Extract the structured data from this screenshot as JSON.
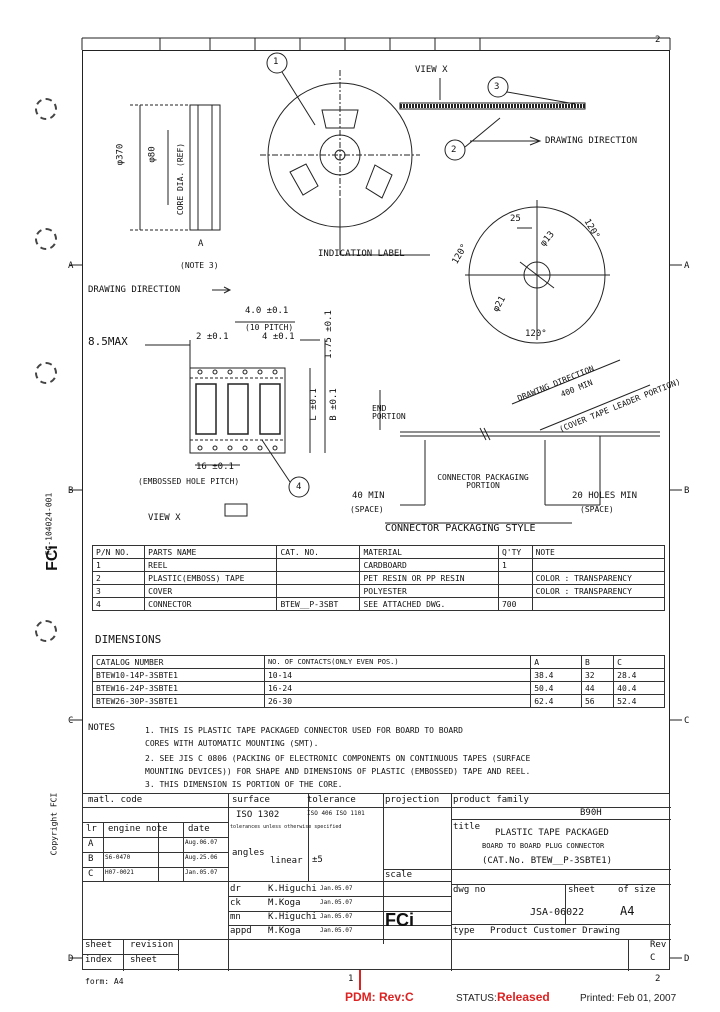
{
  "border_marks": {
    "cols_top": [
      "2"
    ],
    "rows": [
      "A",
      "B",
      "C",
      "D"
    ],
    "col_bottom": [
      "1",
      "2"
    ]
  },
  "reel": {
    "view_x": "VIEW X",
    "drawing_direction": "DRAWING DIRECTION",
    "indication_label": "INDICATION LABEL",
    "balloons": [
      "1",
      "2",
      "3"
    ],
    "side_dims": [
      "φ370",
      "φ80",
      "CORE DIA. (REF)"
    ],
    "side_note": "A",
    "side_note2": "(NOTE 3)",
    "hub_dims": [
      "25",
      "φ13",
      "120°",
      "120°",
      "120°",
      "φ21"
    ]
  },
  "tape": {
    "drawing_direction": "DRAWING DIRECTION",
    "pitch": "4.0 ±0.1",
    "pitch_note": "(10 PITCH)",
    "max": "8.5MAX",
    "d2": "2 ±0.1",
    "d4": "4 ±0.1",
    "d175": "1.75 ±0.1",
    "dL": "L ±0.1",
    "dB": "B ±0.1",
    "d16": "16 ±0.1",
    "hole_pitch": "(EMBOSSED HOLE PITCH)",
    "balloon": "4",
    "view_x": "VIEW X"
  },
  "leader": {
    "drawing_direction": "DRAWING DIRECTION",
    "min400": "400 MIN",
    "cover_tape": "(COVER TAPE LEADER PORTION)",
    "end_portion": "END PORTION",
    "connector_portion": "CONNECTOR PACKAGING PORTION",
    "min40": "40 MIN",
    "space1": "(SPACE)",
    "holes20": "20 HOLES MIN",
    "space2": "(SPACE)",
    "title": "CONNECTOR PACKAGING STYLE"
  },
  "bom": {
    "headers": [
      "P/N NO.",
      "PARTS NAME",
      "CAT. NO.",
      "MATERIAL",
      "Q'TY",
      "NOTE"
    ],
    "rows": [
      [
        "1",
        "REEL",
        "",
        "CARDBOARD",
        "1",
        ""
      ],
      [
        "2",
        "PLASTIC(EMBOSS) TAPE",
        "",
        "PET RESIN OR PP RESIN",
        "",
        "COLOR : TRANSPARENCY"
      ],
      [
        "3",
        "COVER",
        "",
        "POLYESTER",
        "",
        "COLOR : TRANSPARENCY"
      ],
      [
        "4",
        "CONNECTOR",
        "BTEW__P-3SBT",
        "SEE ATTACHED DWG.",
        "700",
        ""
      ]
    ]
  },
  "dimensions": {
    "title": "DIMENSIONS",
    "headers": [
      "CATALOG NUMBER",
      "NO. OF CONTACTS(ONLY EVEN POS.)",
      "A",
      "B",
      "C"
    ],
    "rows": [
      [
        "BTEW10-14P-3SBTE1",
        "10-14",
        "38.4",
        "32",
        "28.4"
      ],
      [
        "BTEW16-24P-3SBTE1",
        "16-24",
        "50.4",
        "44",
        "40.4"
      ],
      [
        "BTEW26-30P-3SBTE1",
        "26-30",
        "62.4",
        "56",
        "52.4"
      ]
    ]
  },
  "notes": {
    "label": "NOTES",
    "lines": [
      "1. THIS IS PLASTIC TAPE PACKAGED CONNECTOR USED FOR BOARD TO BOARD",
      "   CORES WITH AUTOMATIC MOUNTING (SMT).",
      "2. SEE JIS C 0806 (PACKING OF ELECTRONIC COMPONENTS ON CONTINUOUS TAPES (SURFACE",
      "   MOUNTING DEVICES)) FOR SHAPE AND DIMENSIONS OF PLASTIC (EMBOSSED) TAPE AND REEL.",
      "3. THIS DIMENSION IS PORTION OF THE CORE."
    ]
  },
  "titleblock": {
    "matl_code": "matl. code",
    "surface": "surface",
    "surface_val": "ISO 1302",
    "tolerance": "tolerance",
    "tol_val": "ISO 406   ISO 1101",
    "projection": "projection",
    "product_family": "product family",
    "family_val": "B90H",
    "title_label": "title",
    "title_lines": [
      "PLASTIC TAPE PACKAGED",
      "BOARD TO BOARD PLUG CONNECTOR",
      "(CAT.No. BTEW__P-3SBTE1)"
    ],
    "rev_headers": [
      "lr",
      "engine note",
      "date"
    ],
    "revs": [
      [
        "A",
        "",
        "Aug.06.07"
      ],
      [
        "B",
        "S6-0470",
        "Aug.25.06"
      ],
      [
        "C",
        "H07-0021",
        "Jan.05.07"
      ]
    ],
    "tol_note": "tolerances unless otherwise specified",
    "angles": "angles",
    "linear": "linear",
    "linear_val": "±5",
    "scale": "scale",
    "sign_rows": [
      [
        "dr",
        "K.Higuchi",
        "Jan.05.07"
      ],
      [
        "ck",
        "M.Koga",
        "Jan.05.07"
      ],
      [
        "mn",
        "K.Higuchi",
        "Jan.05.07"
      ],
      [
        "appd",
        "M.Koga",
        "Jan.05.07"
      ]
    ],
    "dwg_no_label": "dwg no",
    "dwg_no": "JSA-06022",
    "sheet_label": "sheet",
    "sheet_of": "of",
    "size_label": "size",
    "size": "A4",
    "type_label": "type",
    "type_val": "Product Customer Drawing",
    "sheet_index": [
      "sheet",
      "index"
    ],
    "revision": [
      "revision",
      "sheet"
    ],
    "rev_label": "Rev",
    "rev_val": "C",
    "logo": "FCi"
  },
  "side": {
    "logo": "FCi",
    "doc_no": "FC-104024-001",
    "copyright": "Copyright FCI"
  },
  "footer": {
    "form": "form: A4",
    "pdm": "PDM: Rev:C",
    "status_label": "STATUS:",
    "status_val": "Released",
    "printed": "Printed: Feb 01, 2007"
  }
}
